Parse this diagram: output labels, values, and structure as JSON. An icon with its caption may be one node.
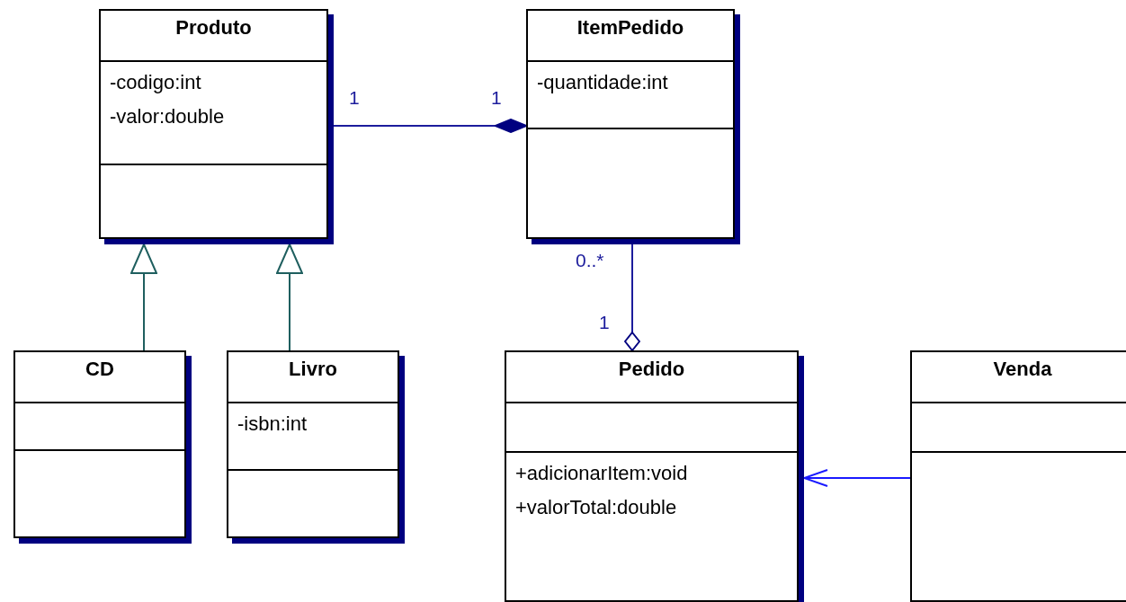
{
  "diagram": {
    "nodes": [
      {
        "text": [
          "Produto",
          "-codigo:int",
          "-valor:double"
        ]
      },
      {
        "text": [
          "ItemPedido",
          "-quantidade:int"
        ]
      },
      {
        "text": [
          "CD"
        ]
      },
      {
        "text": [
          "Livro",
          "-isbn:int"
        ]
      },
      {
        "text": [
          "Pedido",
          "+adicionarItem:void",
          "+valorTotal:double"
        ]
      },
      {
        "text": [
          "Venda"
        ]
      }
    ],
    "edges": [
      {
        "from": 0,
        "to": 1,
        "arrow": "other"
      },
      {
        "from": 2,
        "to": 0,
        "arrow": "to",
        "color": "#1f5f5f"
      },
      {
        "from": 3,
        "to": 0,
        "arrow": "to",
        "color": "#1f5f5f"
      },
      {
        "from": 1,
        "to": 4,
        "arrow": "other"
      },
      {
        "from": 5,
        "to": 4,
        "arrow": "to",
        "color": "#1a1aff"
      }
    ],
    "labels": [
      "1",
      "1",
      "0..*",
      "1"
    ]
  }
}
